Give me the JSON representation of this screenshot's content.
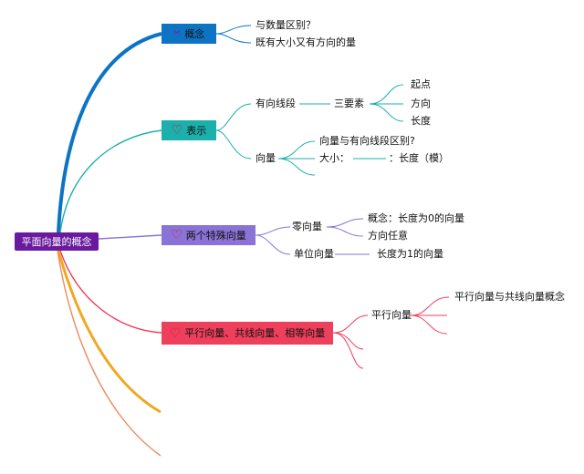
{
  "root": {
    "label": "平面向量的概念"
  },
  "branch1": {
    "label": "概念",
    "icon": "scissors-icon",
    "children": [
      "与数量区别？",
      "既有大小又有方向的量"
    ]
  },
  "branch2": {
    "label": "表示",
    "icon": "heart-icon",
    "directed_segment": {
      "label": "有向线段",
      "three_elements": "三要素",
      "elements": [
        "起点",
        "方向",
        "长度"
      ]
    },
    "vector": {
      "label": "向量",
      "difference": "向量与有向线段区别?",
      "magnitude": "大小：",
      "magnitude_value": "：长度（模）"
    }
  },
  "branch3": {
    "label": "两个特殊向量",
    "icon": "heart-icon",
    "zero_vector": {
      "label": "零向量",
      "concept": "概念：长度为0的向量",
      "direction": "方向任意"
    },
    "unit_vector": {
      "label": "单位向量",
      "length": "长度为1的向量"
    }
  },
  "branch4": {
    "label": "平行向量、共线向量、相等向量",
    "icon": "heart-icon",
    "parallel": {
      "label": "平行向量",
      "concept": "平行向量与共线向量概念"
    }
  },
  "colors": {
    "root": "#6a1a9e",
    "branch1": "#0d74c4",
    "branch2": "#1bb0ab",
    "branch3": "#8a73d6",
    "branch4": "#ee3f5c",
    "branch5": "#f0a820",
    "branch6": "#f08a5d"
  }
}
